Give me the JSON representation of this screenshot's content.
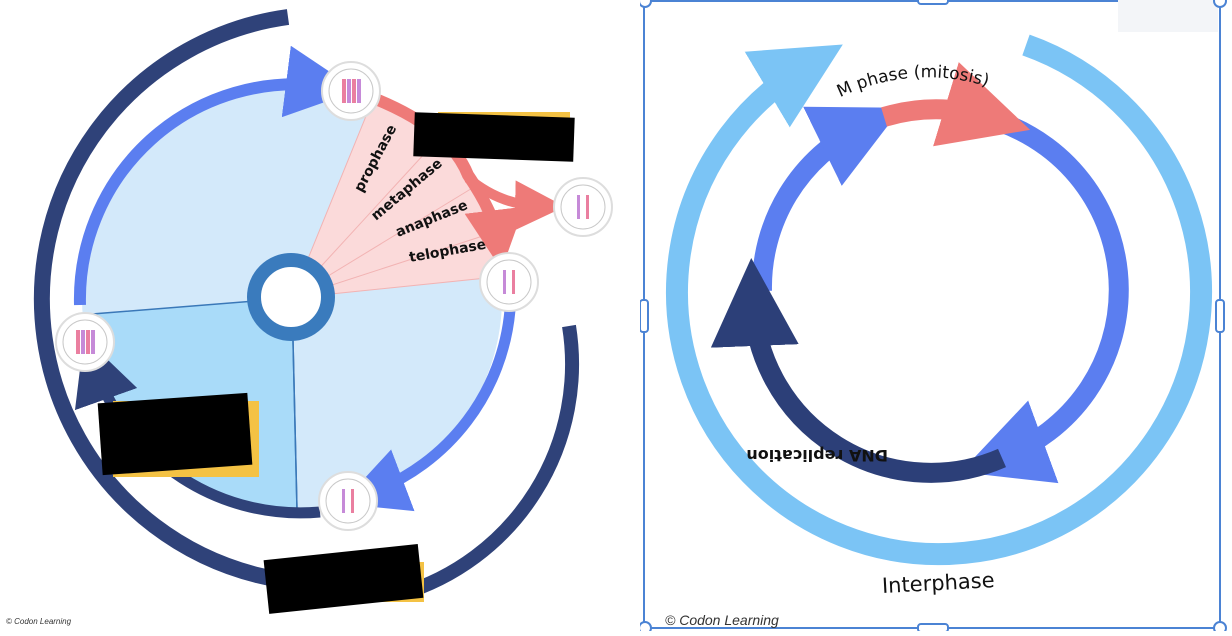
{
  "left_diagram": {
    "stages": [
      "prophase",
      "metaphase",
      "anaphase",
      "telophase"
    ],
    "credit": "© Codon Learning"
  },
  "right_diagram": {
    "m_phase_label": "M phase (mitosis)",
    "dna_replication_label": "DNA replication",
    "interphase_label": "Interphase",
    "credit": "© Codon Learning"
  },
  "colors": {
    "outer_arc_dark": "#2f4279",
    "blue_arrow": "#5b7ef0",
    "light_fill": "#d3e9fa",
    "mid_fill": "#a9dbf9",
    "pink_arrow": "#ee7a78",
    "pink_wedge": "#fbdada",
    "light_arc": "#7bc4f5",
    "navy_arc": "#2c3f78",
    "redaction": "#f4c244",
    "frame_blue": "#4b83d4"
  }
}
